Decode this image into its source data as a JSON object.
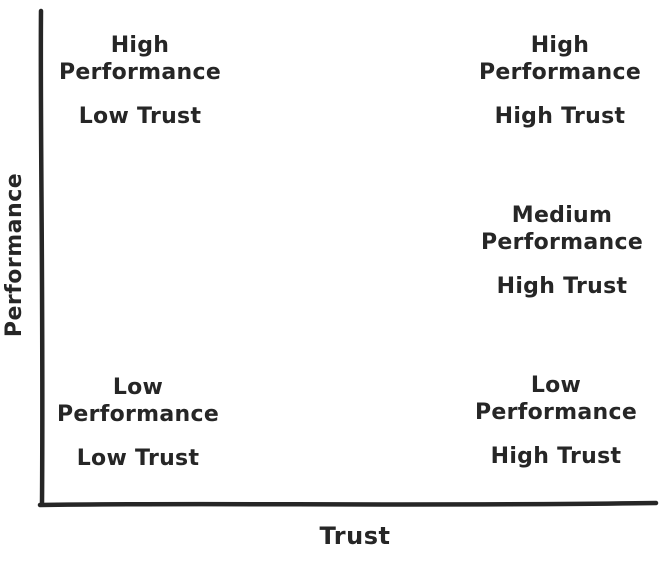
{
  "figure": {
    "type": "quadrant-diagram",
    "background_color": "#ffffff",
    "ink_color": "#262626",
    "x_axis_label": "Trust",
    "y_axis_label": "Performance",
    "quadrants": [
      {
        "id": "top-left",
        "performance": "High\nPerformance",
        "trust": "Low Trust"
      },
      {
        "id": "top-right",
        "performance": "High\nPerformance",
        "trust": "High Trust"
      },
      {
        "id": "middle-right",
        "performance": "Medium\nPerformance",
        "trust": "High Trust"
      },
      {
        "id": "bottom-left",
        "performance": "Low\nPerformance",
        "trust": "Low Trust"
      },
      {
        "id": "bottom-right",
        "performance": "Low\nPerformance",
        "trust": "High Trust"
      }
    ]
  }
}
